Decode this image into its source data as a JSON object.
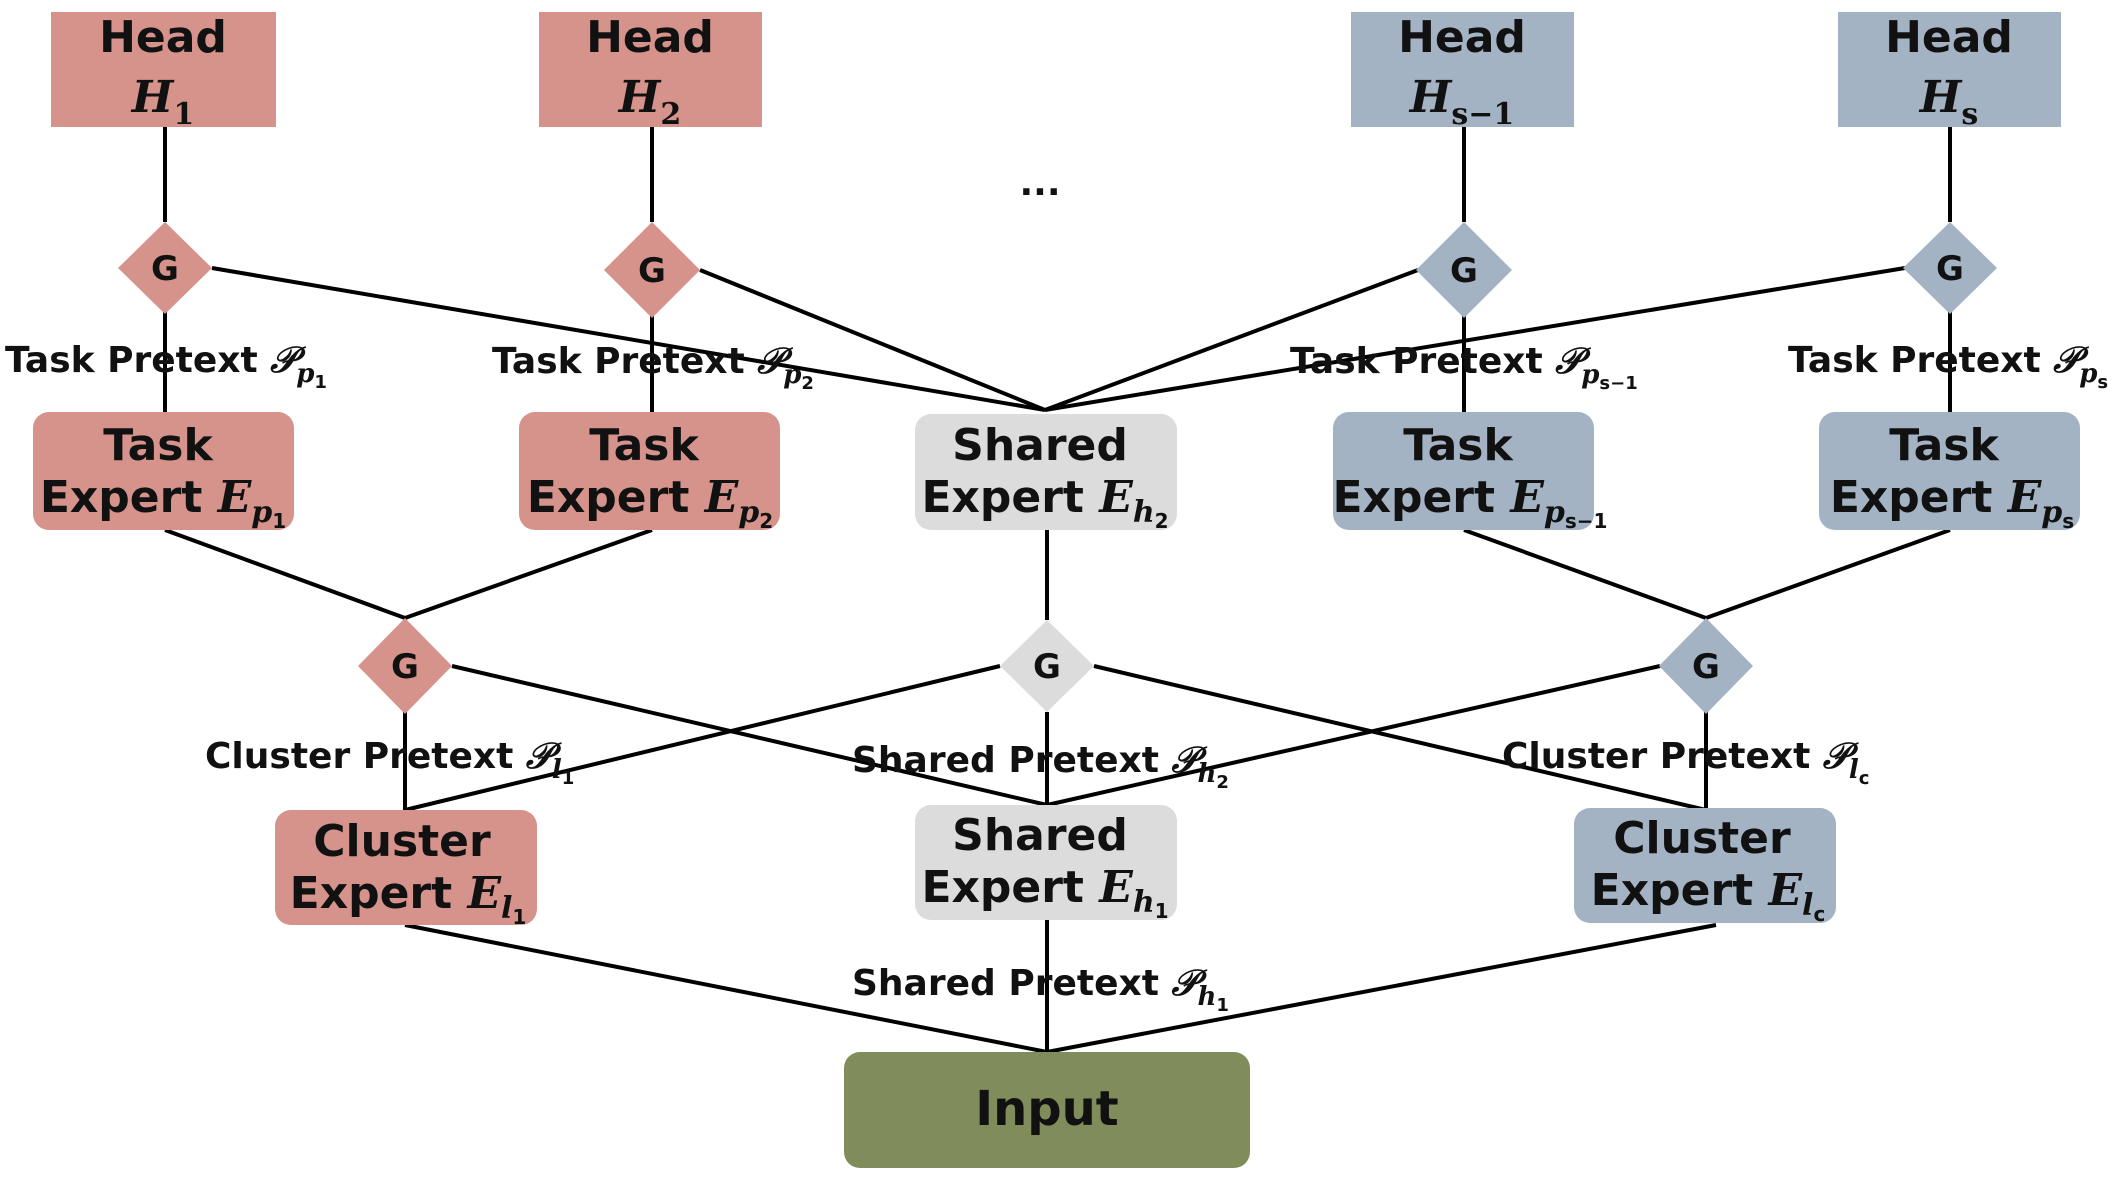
{
  "colors": {
    "pink": "#d5938b",
    "blue": "#a3b3c4",
    "gray": "#dcdcdc",
    "green": "#808c5a",
    "edge": "#000000"
  },
  "ellipsis": "...",
  "gate_label": "G",
  "heads": [
    {
      "title": "Head",
      "sym": "H",
      "sub": "1"
    },
    {
      "title": "Head",
      "sym": "H",
      "sub": "2"
    },
    {
      "title": "Head",
      "sym": "H",
      "sub": "s−1"
    },
    {
      "title": "Head",
      "sym": "H",
      "sub": "s"
    }
  ],
  "task_experts": [
    {
      "line1": "Task",
      "line2": "Expert ",
      "sym": "E",
      "sub": "p",
      "subsub": "1"
    },
    {
      "line1": "Task",
      "line2": "Expert ",
      "sym": "E",
      "sub": "p",
      "subsub": "2"
    },
    {
      "line1": "Task",
      "line2": "Expert ",
      "sym": "E",
      "sub": "p",
      "subsub": "s−1"
    },
    {
      "line1": "Task",
      "line2": "Expert ",
      "sym": "E",
      "sub": "p",
      "subsub": "s"
    }
  ],
  "shared_experts": [
    {
      "line1": "Shared",
      "line2": "Expert ",
      "sym": "E",
      "sub": "h",
      "subsub": "2"
    },
    {
      "line1": "Shared",
      "line2": "Expert ",
      "sym": "E",
      "sub": "h",
      "subsub": "1"
    }
  ],
  "cluster_experts": [
    {
      "line1": "Cluster",
      "line2": "Expert ",
      "sym": "E",
      "sub": "l",
      "subsub": "1"
    },
    {
      "line1": "Cluster",
      "line2": "Expert ",
      "sym": "E",
      "sub": "l",
      "subsub": "c"
    }
  ],
  "input_label": "Input",
  "pretext_labels": {
    "task": [
      {
        "text": "Task Pretext ",
        "sym": "𝒫",
        "sub": "p",
        "subsub": "1"
      },
      {
        "text": "Task Pretext ",
        "sym": "𝒫",
        "sub": "p",
        "subsub": "2"
      },
      {
        "text": "Task Pretext ",
        "sym": "𝒫",
        "sub": "p",
        "subsub": "s−1"
      },
      {
        "text": "Task Pretext ",
        "sym": "𝒫",
        "sub": "p",
        "subsub": "s"
      }
    ],
    "cluster": [
      {
        "text": "Cluster Pretext ",
        "sym": "𝒫",
        "sub": "l",
        "subsub": "1"
      },
      {
        "text": "Cluster Pretext ",
        "sym": "𝒫",
        "sub": "l",
        "subsub": "c"
      }
    ],
    "shared": [
      {
        "text": "Shared Pretext ",
        "sym": "𝒫",
        "sub": "h",
        "subsub": "2"
      },
      {
        "text": "Shared Pretext ",
        "sym": "𝒫",
        "sub": "h",
        "subsub": "1"
      }
    ]
  }
}
